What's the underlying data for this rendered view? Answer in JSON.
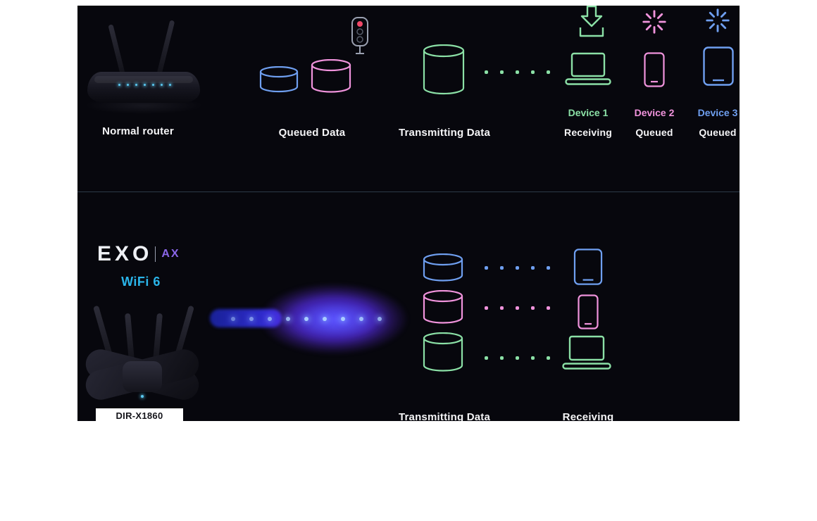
{
  "colors": {
    "panel_bg": "#07070d",
    "green": "#8be0a6",
    "pink": "#f093dc",
    "blue": "#6f9ff0",
    "cyan": "#2ab5ea",
    "purple": "#8a66e8",
    "red": "#f04868",
    "beam_blue": "#4a3cf5",
    "text_white": "#f5f5f7"
  },
  "top_section": {
    "router_label": "Normal router",
    "queued_data_label": "Queued Data",
    "transmitting_label": "Transmitting Data",
    "devices": [
      {
        "name": "Device 1",
        "status": "Receiving",
        "color": "#8be0a6",
        "icon": "laptop-icon",
        "indicator": "download-tray-icon"
      },
      {
        "name": "Device 2",
        "status": "Queued",
        "color": "#f093dc",
        "icon": "smartphone-icon",
        "indicator": "loading-spinner-icon"
      },
      {
        "name": "Device 3",
        "status": "Queued",
        "color": "#6f9ff0",
        "icon": "tablet-icon",
        "indicator": "loading-spinner-icon"
      }
    ]
  },
  "bottom_section": {
    "brand": "EXO",
    "brand_suffix": "AX",
    "wifi_label": "WiFi 6",
    "model": "DIR-X1860",
    "transmitting_label": "Transmitting Data",
    "receiving_label": "Receiving",
    "streams": [
      {
        "color": "#6f9ff0",
        "icon": "tablet-icon"
      },
      {
        "color": "#f093dc",
        "icon": "smartphone-icon"
      },
      {
        "color": "#8be0a6",
        "icon": "laptop-icon"
      }
    ]
  },
  "icons": {
    "traffic_light": "traffic-light-icon",
    "download": "download-tray-icon",
    "spinner": "loading-spinner-icon",
    "laptop": "laptop-icon",
    "smartphone": "smartphone-icon",
    "tablet": "tablet-icon",
    "cylinder": "data-cylinder-icon",
    "beam": "wifi-beam"
  }
}
